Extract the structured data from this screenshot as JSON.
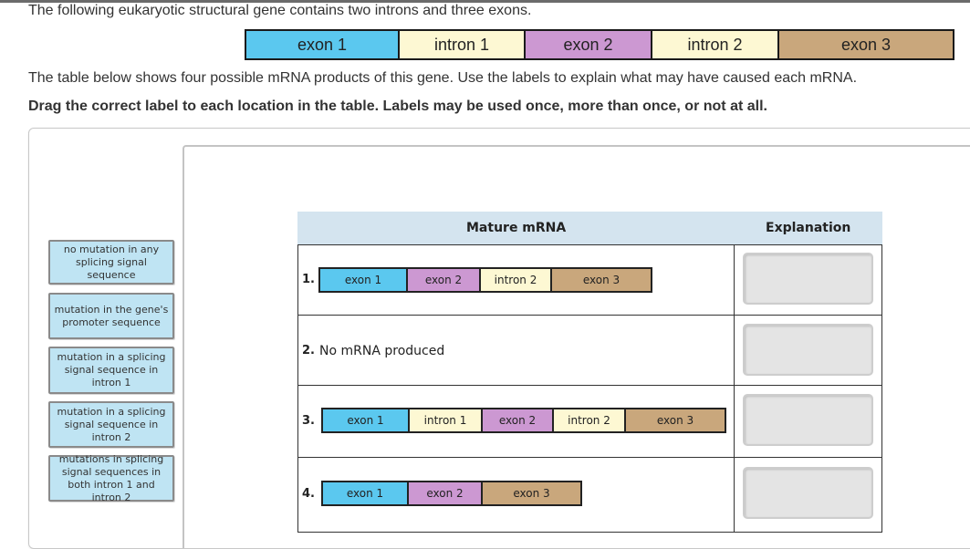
{
  "colors": {
    "exon1": "#5bc8ef",
    "intron": "#fdf8d3",
    "exon2": "#cc98d2",
    "exon3": "#c9a77c",
    "label_bg": "#bfe4f3",
    "header_bg": "#d4e4ef",
    "dropzone_bg": "#e4e4e4"
  },
  "intro_text": "The following eukaryotic structural gene contains two introns and three exons.",
  "gene": [
    "exon 1",
    "intron 1",
    "exon 2",
    "intron 2",
    "exon 3"
  ],
  "description": "The table below shows four possible mRNA products of this gene. Use the labels to explain what may have caused each mRNA.",
  "instruction": "Drag the correct label to each location in the table. Labels may be used once, more than once, or not at all.",
  "labels": [
    "no mutation in any splicing signal sequence",
    "mutation in the gene's promoter sequence",
    "mutation in a splicing signal sequence in intron 1",
    "mutation in a splicing signal sequence in intron 2",
    "mutations in splicing signal sequences in both intron 1 and intron 2"
  ],
  "table": {
    "col_mature": "Mature mRNA",
    "col_explanation": "Explanation",
    "rows": [
      {
        "num": "1.",
        "segments": [
          "exon 1",
          "exon 2",
          "intron 2",
          "exon 3"
        ]
      },
      {
        "num": "2.",
        "text": "No mRNA produced"
      },
      {
        "num": "3.",
        "segments": [
          "exon 1",
          "intron 1",
          "exon 2",
          "intron 2",
          "exon 3"
        ]
      },
      {
        "num": "4.",
        "segments": [
          "exon 1",
          "exon 2",
          "exon 3"
        ]
      }
    ]
  }
}
